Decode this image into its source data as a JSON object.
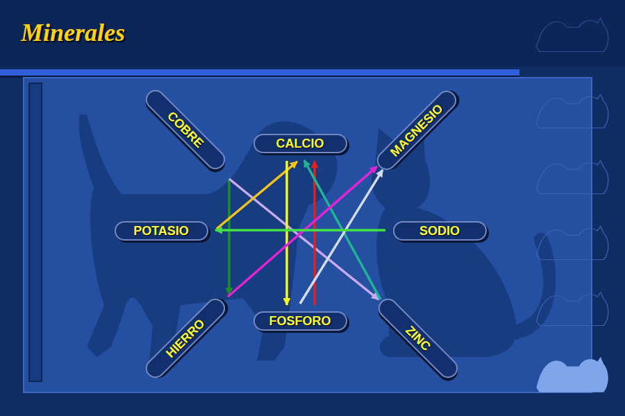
{
  "diagram": {
    "title": "Minerales",
    "nodes": [
      {
        "text": [
          "COBRE"
        ]
      },
      {
        "text": [
          "CALCIO"
        ]
      },
      {
        "text": [
          "MAGNESIO"
        ]
      },
      {
        "text": [
          "POTASIO"
        ]
      },
      {
        "text": [
          "SODIO"
        ]
      },
      {
        "text": [
          "HIERRO"
        ]
      },
      {
        "text": [
          "FOSFORO"
        ]
      },
      {
        "text": [
          "ZINC"
        ]
      }
    ],
    "edges": [
      {
        "from": 0,
        "to": 5,
        "arrow": "to"
      },
      {
        "from": 0,
        "to": 7,
        "arrow": "to"
      },
      {
        "from": 3,
        "to": 1,
        "arrow": "to"
      },
      {
        "from": 1,
        "to": 6,
        "arrow": "to"
      },
      {
        "from": 6,
        "to": 1,
        "arrow": "to"
      },
      {
        "from": 7,
        "to": 1,
        "arrow": "to"
      },
      {
        "from": 5,
        "to": 2,
        "arrow": "to"
      },
      {
        "from": 6,
        "to": 2,
        "arrow": "to"
      },
      {
        "from": 4,
        "to": 3,
        "arrow": "to"
      }
    ]
  }
}
